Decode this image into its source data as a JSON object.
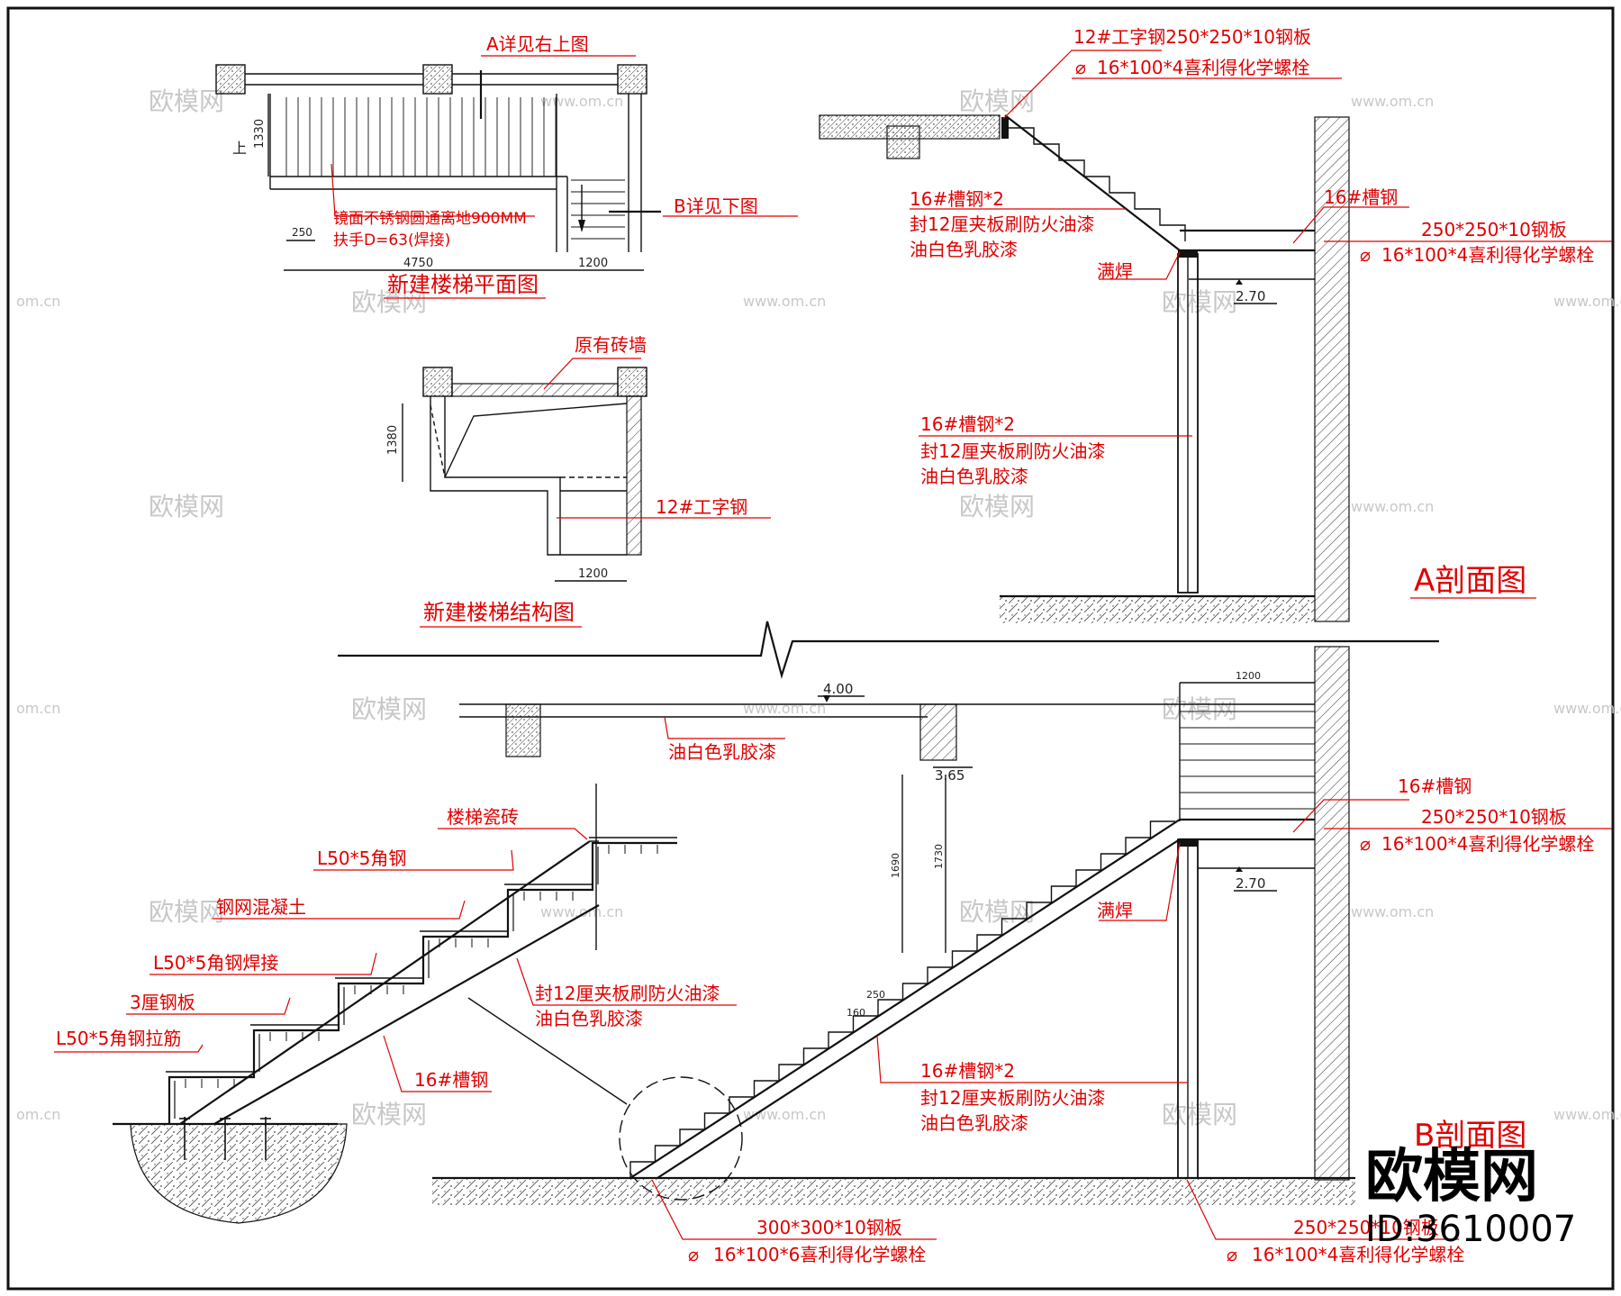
{
  "titles": {
    "plan": "新建楼梯平面图",
    "structure": "新建楼梯结构图",
    "section_a": "A剖面图",
    "section_b": "B剖面图"
  },
  "plan": {
    "detail_a": "A详见右上图",
    "detail_b": "B详见下图",
    "handrail_1": "镜面不锈钢圆通离地900MM",
    "handrail_2": "扶手D=63(焊接)",
    "up": "上",
    "dim_1330": "1330",
    "dim_250": "250",
    "dim_4750": "4750",
    "dim_1200": "1200"
  },
  "structure": {
    "brick": "原有砖墙",
    "ibeam": "12#工字钢",
    "dim_1380": "1380",
    "dim_1200": "1200"
  },
  "section_a": {
    "top_1": "12#工字钢250*250*10钢板",
    "top_2": "16*100*4喜利得化学螺栓",
    "ch_1": "16#槽钢*2",
    "ch_2": "封12厘夹板刷防火油漆",
    "ch_3": "油白色乳胶漆",
    "weld": "满焊",
    "ch16": "16#槽钢",
    "plate": "250*250*10钢板",
    "bolt": "16*100*4喜利得化学螺栓",
    "elev": "2.70",
    "col_1": "16#槽钢*2",
    "col_2": "封12厘夹板刷防火油漆",
    "col_3": "油白色乳胶漆"
  },
  "section_b": {
    "elev_top": "4.00",
    "paint": "油白色乳胶漆",
    "elev_beam": "3.65",
    "dim_1200": "1200",
    "dim_1690": "1690",
    "dim_1730": "1730",
    "ch16": "16#槽钢",
    "plate": "250*250*10钢板",
    "bolt": "16*100*4喜利得化学螺栓",
    "elev": "2.70",
    "weld": "满焊",
    "dim_160": "160",
    "dim_250": "250",
    "st_1": "16#槽钢*2",
    "st_2": "封12厘夹板刷防火油漆",
    "st_3": "油白色乳胶漆",
    "base_plate": "300*300*10钢板",
    "base_bolt": "16*100*6喜利得化学螺栓",
    "col_plate": "250*250*10钢板",
    "col_bolt": "16*100*4喜利得化学螺栓"
  },
  "detail": {
    "tile": "楼梯瓷砖",
    "angle": "L50*5角钢",
    "mesh": "钢网混凝土",
    "angle_weld": "L50*5角钢焊接",
    "plate3": "3厘钢板",
    "angle_tie": "L50*5角钢拉筋",
    "board_1": "封12厘夹板刷防火油漆",
    "board_2": "油白色乳胶漆",
    "channel": "16#槽钢"
  },
  "watermark": {
    "site": "欧模网",
    "url": "www.om.cn",
    "url_short": "om.cn",
    "brand": "欧模网",
    "id": "ID:3610007"
  },
  "colors": {
    "annotation": "#e00000",
    "line": "#111111",
    "watermark": "#c8c8c8"
  }
}
